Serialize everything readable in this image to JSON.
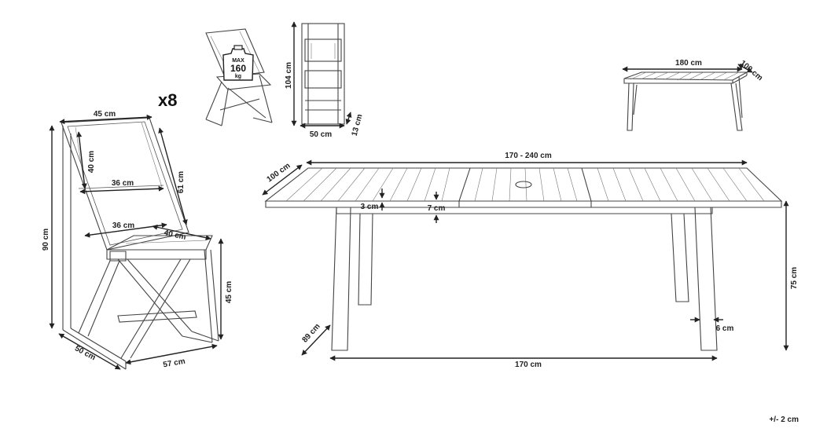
{
  "quantity_label": "x8",
  "load_badge": {
    "line1": "MAX",
    "line2": "160",
    "line3": "kg"
  },
  "chair_dimensions": {
    "width_top": "45 cm",
    "back_height": "40 cm",
    "back_width": "36 cm",
    "side_height": "61 cm",
    "total_height": "90 cm",
    "seat_width": "36 cm",
    "seat_depth": "40 cm",
    "seat_height": "45 cm",
    "base_depth": "50 cm",
    "base_length": "57 cm"
  },
  "folded_chair_dimensions": {
    "height": "104 cm",
    "width": "50 cm",
    "depth": "13 cm"
  },
  "small_table_dimensions": {
    "length": "180 cm",
    "depth": "100 cm"
  },
  "table_dimensions": {
    "length_extended": "170 - 240 cm",
    "depth": "100 cm",
    "top_thickness": "3 cm",
    "apron_height": "7 cm",
    "height": "75 cm",
    "leg_width": "6 cm",
    "leg_depth": "89 cm",
    "leg_span": "170 cm"
  },
  "tolerance": "+/- 2 cm"
}
